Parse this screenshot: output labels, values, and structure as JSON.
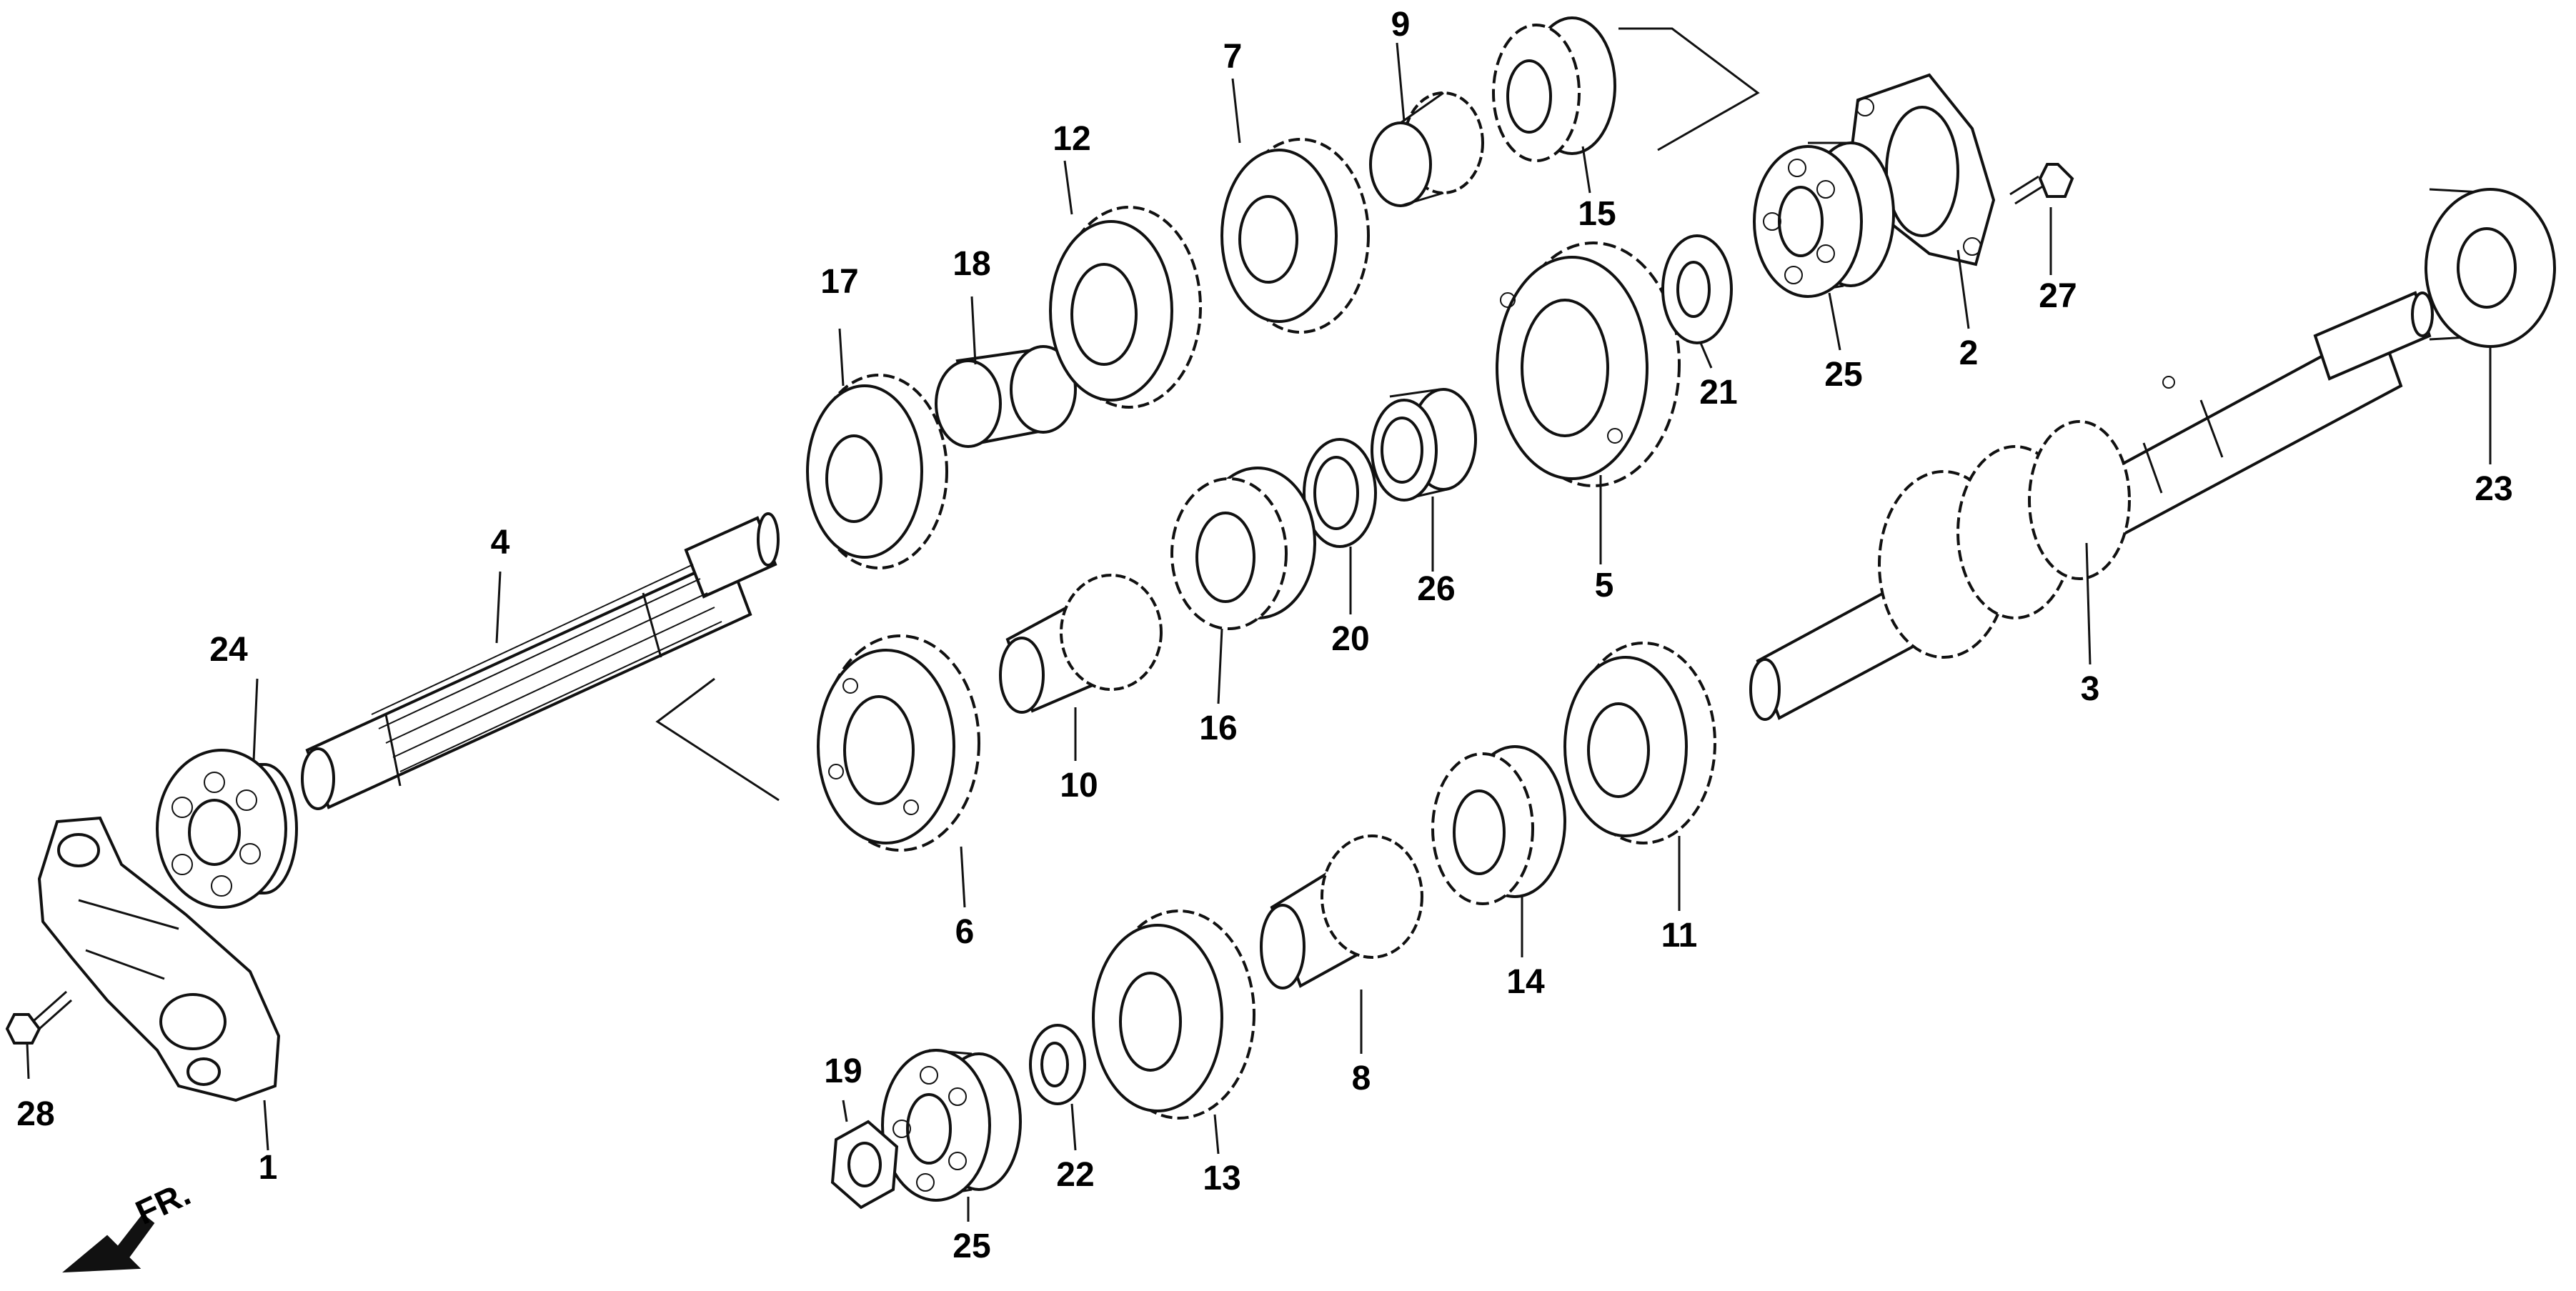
{
  "labels": {
    "p1": "1",
    "p2": "2",
    "p3": "3",
    "p4": "4",
    "p5": "5",
    "p6": "6",
    "p7": "7",
    "p8": "8",
    "p9": "9",
    "p10": "10",
    "p11": "11",
    "p12": "12",
    "p13": "13",
    "p14": "14",
    "p15": "15",
    "p16": "16",
    "p17": "17",
    "p18": "18",
    "p19": "19",
    "p20": "20",
    "p21": "21",
    "p22": "22",
    "p23": "23",
    "p24": "24",
    "p25a": "25",
    "p25b": "25",
    "p26": "26",
    "p27": "27",
    "p28": "28"
  },
  "front_indicator": "FR.",
  "icons": {
    "front_arrow": "arrow-down-left-icon"
  },
  "colors": {
    "ink": "#111111",
    "background": "#ffffff"
  }
}
